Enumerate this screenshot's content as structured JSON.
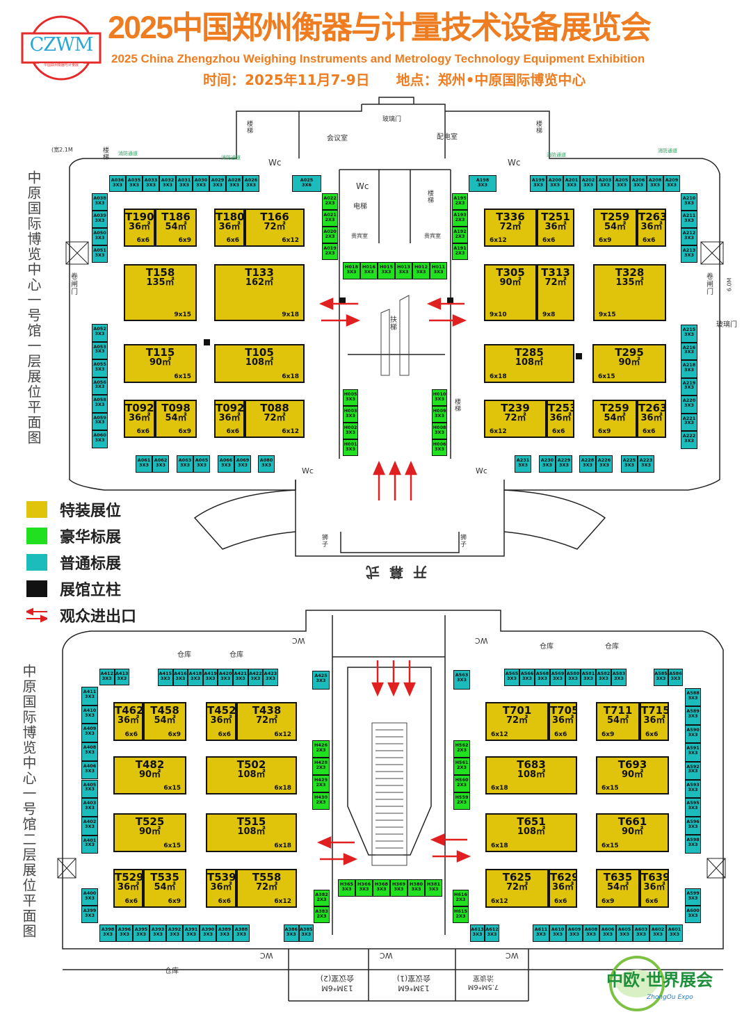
{
  "header": {
    "title": "2025中国郑州衡器与计量技术设备展览会",
    "subtitle": "2025 China Zhengzhou Weighing Instruments and Metrology Technology Equipment Exhibition",
    "time": "时间：2025年11月7-9日",
    "venue": "地点：郑州•中原国际博览中心",
    "logo_text": "CZWM",
    "logo_sub": "中国郑州衡器与计量展"
  },
  "colors": {
    "special": "#dfc40b",
    "luxury": "#20e020",
    "standard": "#1dbcbc",
    "pillar": "#111111",
    "exit": "#e02020",
    "title": "#ee7d22"
  },
  "legend": [
    {
      "label": "特装展位",
      "color": "#dfc40b"
    },
    {
      "label": "豪华标展",
      "color": "#20e020"
    },
    {
      "label": "普通标展",
      "color": "#1dbcbc"
    },
    {
      "label": "展馆立柱",
      "color": "#111111"
    },
    {
      "label": "观众进出口",
      "icon": "red-arrows-icon"
    }
  ],
  "hall1": {
    "caption": "中原国际博览中心一号馆一层展位平面图"
  },
  "hall2": {
    "caption": "中原国际博览中心一号馆二层展位平面图"
  },
  "rooms": {
    "meeting": "会议室",
    "power": "配电室",
    "glass_door": "玻璃门",
    "elevator": "电梯",
    "vip1": "贵宾室",
    "vip2": "贵宾室",
    "escalator": "扶梯",
    "stairs": "楼梯",
    "wc": "Wc",
    "wc2": "WC",
    "rolling_door": "卷闸门",
    "width_6": "6.0M",
    "width_21": "(宽2.1M",
    "fire_exit": "消防通道",
    "opening": "开幕式",
    "lion": "狮子",
    "warehouse": "仓库",
    "meeting2": "会议室(2)",
    "meeting2_size": "13M*6M",
    "meeting1": "会议室(1)",
    "meeting1_size": "13M*6M",
    "negotiation": "洽谈室",
    "negotiation_size": "7.5M*6M"
  },
  "brand": {
    "name": "中欧·世界展会",
    "sub": "ZhongOu Expo"
  },
  "groups": {
    "h1_top_l": {
      "type": "standard",
      "booths": [
        [
          "A036",
          "3X3"
        ],
        [
          "A035",
          "3X3"
        ],
        [
          "A033",
          "3X3"
        ],
        [
          "A032",
          "3X3"
        ],
        [
          "A031",
          "3X3"
        ],
        [
          "A030",
          "3X3"
        ],
        [
          "A029",
          "3X3"
        ],
        [
          "A028",
          "3X3"
        ],
        [
          "A026",
          "3X3"
        ]
      ]
    },
    "h1_a025": {
      "type": "standard",
      "booths": [
        [
          "A025",
          "3X6"
        ]
      ]
    },
    "h1_left_top": {
      "type": "standard",
      "booths": [
        [
          "A038",
          "3X3"
        ],
        [
          "A039",
          "3X3"
        ],
        [
          "A050",
          "3X3"
        ],
        [
          "A051",
          "3X3"
        ]
      ]
    },
    "h1_green_l": {
      "type": "luxury",
      "booths": [
        [
          "A022",
          "2X3"
        ],
        [
          "A021",
          "2X3"
        ],
        [
          "A020",
          "2X3"
        ],
        [
          "A019",
          "2X3"
        ]
      ]
    },
    "h1_h_top": {
      "type": "luxury",
      "booths": [
        [
          "H018",
          "3X3"
        ],
        [
          "H016",
          "3X3"
        ],
        [
          "H015",
          "3X3"
        ],
        [
          "H013",
          "3X3"
        ],
        [
          "H012",
          "3X3"
        ],
        [
          "H011",
          "3X3"
        ]
      ]
    },
    "h1_green_r": {
      "type": "luxury",
      "booths": [
        [
          "A195",
          "2X3"
        ],
        [
          "A193",
          "2X3"
        ],
        [
          "A192",
          "2X3"
        ],
        [
          "A191",
          "2X3"
        ]
      ]
    },
    "h1_a198": {
      "type": "standard",
      "booths": [
        [
          "A198",
          "3X3"
        ]
      ]
    },
    "h1_top_r": {
      "type": "standard",
      "booths": [
        [
          "A199",
          "3X3"
        ],
        [
          "A200",
          "3X3"
        ],
        [
          "A201",
          "3X3"
        ],
        [
          "A202",
          "3X3"
        ],
        [
          "A203",
          "3X3"
        ],
        [
          "A205",
          "3X3"
        ],
        [
          "A206",
          "3X3"
        ],
        [
          "A208",
          "3X3"
        ],
        [
          "A209",
          "3X3"
        ]
      ]
    },
    "h1_right_top": {
      "type": "standard",
      "booths": [
        [
          "A210",
          "3X3"
        ],
        [
          "A211",
          "3X3"
        ],
        [
          "A212",
          "3X3"
        ],
        [
          "A213",
          "3X3"
        ]
      ]
    },
    "h1_left_mid": {
      "type": "standard",
      "booths": [
        [
          "A052",
          "3X3"
        ],
        [
          "A053",
          "3X3"
        ],
        [
          "A055",
          "3X3"
        ],
        [
          "A056",
          "3X3"
        ],
        [
          "A058",
          "3X3"
        ],
        [
          "A059",
          "3X3"
        ],
        [
          "A060",
          "3X3"
        ]
      ]
    },
    "h1_h_l": {
      "type": "luxury",
      "booths": [
        [
          "H005",
          "3X3"
        ],
        [
          "H003",
          "3X3"
        ],
        [
          "H002",
          "3X3"
        ],
        [
          "H001",
          "3X3"
        ]
      ]
    },
    "h1_h_r": {
      "type": "luxury",
      "booths": [
        [
          "H010",
          "3X3"
        ],
        [
          "H009",
          "3X3"
        ],
        [
          "H008",
          "3X3"
        ],
        [
          "H006",
          "3X3"
        ]
      ]
    },
    "h1_right_mid": {
      "type": "standard",
      "booths": [
        [
          "A215",
          "3X3"
        ],
        [
          "A216",
          "3X3"
        ],
        [
          "A218",
          "3X3"
        ],
        [
          "A219",
          "3X3"
        ],
        [
          "A220",
          "3X3"
        ],
        [
          "A221",
          "3X3"
        ],
        [
          "A222",
          "3X3"
        ]
      ]
    },
    "h1_b1": {
      "type": "standard",
      "booths": [
        [
          "A061",
          "3X3"
        ],
        [
          "A062",
          "3X3"
        ]
      ]
    },
    "h1_b2": {
      "type": "standard",
      "booths": [
        [
          "A063",
          "3X3"
        ],
        [
          "A065",
          "3X3"
        ]
      ]
    },
    "h1_b3": {
      "type": "standard",
      "booths": [
        [
          "A066",
          "3X3"
        ],
        [
          "A069",
          "3X3"
        ]
      ]
    },
    "h1_b4": {
      "type": "standard",
      "booths": [
        [
          "A080",
          "3X3"
        ]
      ]
    },
    "h1_b5": {
      "type": "standard",
      "booths": [
        [
          "A231",
          "3X3"
        ]
      ]
    },
    "h1_b6": {
      "type": "standard",
      "booths": [
        [
          "A230",
          "3X3"
        ],
        [
          "A229",
          "3X3"
        ]
      ]
    },
    "h1_b7": {
      "type": "standard",
      "booths": [
        [
          "A228",
          "3X3"
        ],
        [
          "A226",
          "3X3"
        ]
      ]
    },
    "h1_b8": {
      "type": "standard",
      "booths": [
        [
          "A225",
          "3X3"
        ],
        [
          "A223",
          "3X3"
        ]
      ]
    },
    "h2_a412": {
      "type": "standard",
      "booths": [
        [
          "A412",
          "3X3"
        ],
        [
          "A413",
          "3X3"
        ]
      ]
    },
    "h2_top_l": {
      "type": "standard",
      "booths": [
        [
          "A415",
          "3X3"
        ],
        [
          "A416",
          "3X3"
        ],
        [
          "A418",
          "3X3"
        ],
        [
          "A419",
          "3X3"
        ],
        [
          "A420",
          "3X3"
        ],
        [
          "A421",
          "3X3"
        ],
        [
          "A422",
          "3X3"
        ],
        [
          "A423",
          "3X3"
        ]
      ]
    },
    "h2_a425": {
      "type": "standard",
      "booths": [
        [
          "A425",
          "3X3"
        ]
      ]
    },
    "h2_left": {
      "type": "standard",
      "booths": [
        [
          "A411",
          "3X3"
        ],
        [
          "A410",
          "3X3"
        ],
        [
          "A409",
          "3X3"
        ],
        [
          "A408",
          "3X3"
        ],
        [
          "A406",
          "3X3"
        ],
        [
          "A405",
          "3X3"
        ],
        [
          "A403",
          "3X3"
        ],
        [
          "A402",
          "3X3"
        ],
        [
          "A401",
          "3X3"
        ]
      ]
    },
    "h2_left_b": {
      "type": "standard",
      "booths": [
        [
          "A400",
          "3X3"
        ],
        [
          "A399",
          "3X3"
        ]
      ]
    },
    "h2_bottom_l": {
      "type": "standard",
      "booths": [
        [
          "A398",
          "3X3"
        ],
        [
          "A396",
          "3X3"
        ],
        [
          "A395",
          "3X3"
        ],
        [
          "A393",
          "3X3"
        ],
        [
          "A392",
          "3X3"
        ],
        [
          "A391",
          "3X3"
        ],
        [
          "A390",
          "3X3"
        ],
        [
          "A389",
          "3X3"
        ],
        [
          "A388",
          "3X3"
        ]
      ]
    },
    "h2_bottom_m": {
      "type": "standard",
      "booths": [
        [
          "A386",
          "3X3"
        ],
        [
          "A385",
          "3X3"
        ]
      ]
    },
    "h2_h_l": {
      "type": "luxury",
      "booths": [
        [
          "H426",
          "2X3"
        ],
        [
          "H428",
          "2X3"
        ],
        [
          "H429",
          "2X3"
        ],
        [
          "H430",
          "2X3"
        ]
      ]
    },
    "h2_a382": {
      "type": "luxury",
      "booths": [
        [
          "A382",
          "2X3"
        ],
        [
          "A383",
          "2X3"
        ]
      ]
    },
    "h2_h_bot": {
      "type": "luxury",
      "booths": [
        [
          "H365",
          "3X3"
        ],
        [
          "H366",
          "3X3"
        ],
        [
          "H368",
          "3X3"
        ],
        [
          "H369",
          "3X3"
        ],
        [
          "H380",
          "3X3"
        ],
        [
          "H381",
          "3X3"
        ]
      ]
    },
    "h2_h616": {
      "type": "luxury",
      "booths": [
        [
          "H616",
          "2X3"
        ],
        [
          "H615",
          "2X3"
        ]
      ]
    },
    "h2_a613": {
      "type": "standard",
      "booths": [
        [
          "A613",
          "3X3"
        ],
        [
          "A612",
          "3X3"
        ]
      ]
    },
    "h2_bottom_r": {
      "type": "standard",
      "booths": [
        [
          "A611",
          "3X3"
        ],
        [
          "A610",
          "3X3"
        ],
        [
          "A609",
          "3X3"
        ],
        [
          "A608",
          "3X3"
        ],
        [
          "A606",
          "3X3"
        ],
        [
          "A605",
          "3X3"
        ],
        [
          "A603",
          "3X3"
        ],
        [
          "A602",
          "3X3"
        ],
        [
          "A601",
          "3X3"
        ]
      ]
    },
    "h2_a563": {
      "type": "standard",
      "booths": [
        [
          "A563",
          "3X3"
        ]
      ]
    },
    "h2_h_r": {
      "type": "luxury",
      "booths": [
        [
          "H562",
          "2X3"
        ],
        [
          "H561",
          "2X3"
        ],
        [
          "H560",
          "2X3"
        ],
        [
          "H559",
          "2X3"
        ]
      ]
    },
    "h2_top_r": {
      "type": "standard",
      "booths": [
        [
          "A565",
          "3X3"
        ],
        [
          "A566",
          "3X3"
        ],
        [
          "A568",
          "3X3"
        ],
        [
          "A569",
          "3X3"
        ],
        [
          "A580",
          "3X3"
        ],
        [
          "A581",
          "3X3"
        ],
        [
          "A582",
          "3X3"
        ],
        [
          "A583",
          "3X3"
        ]
      ]
    },
    "h2_a585": {
      "type": "standard",
      "booths": [
        [
          "A585",
          "3X3"
        ],
        [
          "A586",
          "3X3"
        ]
      ]
    },
    "h2_right": {
      "type": "standard",
      "booths": [
        [
          "A588",
          "3X3"
        ],
        [
          "A589",
          "3X3"
        ],
        [
          "A590",
          "3X3"
        ],
        [
          "A591",
          "3X3"
        ],
        [
          "A592",
          "3X3"
        ],
        [
          "A593",
          "3X3"
        ],
        [
          "A595",
          "3X3"
        ],
        [
          "A596",
          "3X3"
        ],
        [
          "A598",
          "3X3"
        ]
      ]
    },
    "h2_right_b": {
      "type": "standard",
      "booths": [
        [
          "A599",
          "3X3"
        ],
        [
          "A600",
          "3X3"
        ]
      ]
    }
  },
  "special": [
    {
      "id": "T190",
      "area": "36㎡",
      "dims": "6x6"
    },
    {
      "id": "T186",
      "area": "54㎡",
      "dims": "6x9"
    },
    {
      "id": "T180",
      "area": "36㎡",
      "dims": "6x6"
    },
    {
      "id": "T166",
      "area": "72㎡",
      "dims": "6x12"
    },
    {
      "id": "T336",
      "area": "72㎡",
      "dims": "6x12"
    },
    {
      "id": "T251",
      "area": "36㎡",
      "dims": "6x6"
    },
    {
      "id": "T259",
      "area": "54㎡",
      "dims": "6x9"
    },
    {
      "id": "T263",
      "area": "36㎡",
      "dims": "6x6"
    },
    {
      "id": "T158",
      "area": "135㎡",
      "dims": "9x15"
    },
    {
      "id": "T133",
      "area": "162㎡",
      "dims": "9x18"
    },
    {
      "id": "T305",
      "area": "90㎡",
      "dims": "9x10"
    },
    {
      "id": "T313",
      "area": "72㎡",
      "dims": "9x8"
    },
    {
      "id": "T328",
      "area": "135㎡",
      "dims": "9x15"
    },
    {
      "id": "T115",
      "area": "90㎡",
      "dims": "6x15"
    },
    {
      "id": "T105",
      "area": "108㎡",
      "dims": "6x18"
    },
    {
      "id": "T285",
      "area": "108㎡",
      "dims": "6x18"
    },
    {
      "id": "T295",
      "area": "90㎡",
      "dims": "6x15"
    },
    {
      "id": "T092",
      "area": "36㎡",
      "dims": "6x6"
    },
    {
      "id": "T098",
      "area": "54㎡",
      "dims": "6x9"
    },
    {
      "id": "T092",
      "area": "36㎡",
      "dims": "6x6"
    },
    {
      "id": "T088",
      "area": "72㎡",
      "dims": "6x12"
    },
    {
      "id": "T239",
      "area": "72㎡",
      "dims": "6x12"
    },
    {
      "id": "T253",
      "area": "36㎡",
      "dims": "6x6"
    },
    {
      "id": "T259",
      "area": "54㎡",
      "dims": "6x9"
    },
    {
      "id": "T263",
      "area": "36㎡",
      "dims": "6x6"
    },
    {
      "id": "T462",
      "area": "36㎡",
      "dims": "6x6"
    },
    {
      "id": "T458",
      "area": "54㎡",
      "dims": "6x9"
    },
    {
      "id": "T452",
      "area": "36㎡",
      "dims": "6x6"
    },
    {
      "id": "T438",
      "area": "72㎡",
      "dims": "6x12"
    },
    {
      "id": "T701",
      "area": "72㎡",
      "dims": "6x12"
    },
    {
      "id": "T705",
      "area": "36㎡",
      "dims": "6x6"
    },
    {
      "id": "T711",
      "area": "54㎡",
      "dims": "6x9"
    },
    {
      "id": "T715",
      "area": "36㎡",
      "dims": "6x6"
    },
    {
      "id": "T482",
      "area": "90㎡",
      "dims": "6x15"
    },
    {
      "id": "T502",
      "area": "108㎡",
      "dims": "6x18"
    },
    {
      "id": "T683",
      "area": "108㎡",
      "dims": "6x18"
    },
    {
      "id": "T693",
      "area": "90㎡",
      "dims": "6x15"
    },
    {
      "id": "T525",
      "area": "90㎡",
      "dims": "6x15"
    },
    {
      "id": "T515",
      "area": "108㎡",
      "dims": "6x18"
    },
    {
      "id": "T651",
      "area": "108㎡",
      "dims": "6x18"
    },
    {
      "id": "T661",
      "area": "90㎡",
      "dims": "6x15"
    },
    {
      "id": "T529",
      "area": "36㎡",
      "dims": "6x6"
    },
    {
      "id": "T535",
      "area": "54㎡",
      "dims": "6x9"
    },
    {
      "id": "T539",
      "area": "36㎡",
      "dims": "6x6"
    },
    {
      "id": "T558",
      "area": "72㎡",
      "dims": "6x12"
    },
    {
      "id": "T625",
      "area": "72㎡",
      "dims": "6x12"
    },
    {
      "id": "T629",
      "area": "36㎡",
      "dims": "6x6"
    },
    {
      "id": "T635",
      "area": "54㎡",
      "dims": "6x9"
    },
    {
      "id": "T639",
      "area": "36㎡",
      "dims": "6x6"
    }
  ]
}
